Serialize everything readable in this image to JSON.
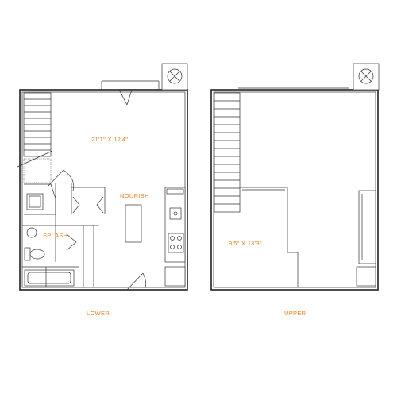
{
  "colors": {
    "label": "#f0821e",
    "wall": "#222222"
  },
  "labels": {
    "living_dim": "21'1\" X 12'4\"",
    "nourish": "NOURISH",
    "splash": "SPLASH",
    "loft_dim": "9'5\" X 13'3\"",
    "lower": "LOWER",
    "upper": "UPPER"
  },
  "icons": [
    "hvac-unit-icon",
    "hvac-unit-icon"
  ]
}
